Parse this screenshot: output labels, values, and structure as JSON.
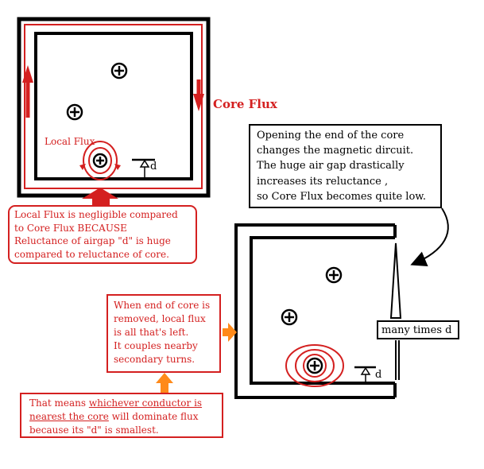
{
  "labels": {
    "core_flux": "Core Flux",
    "local_flux": "Local Flux",
    "gap_d_top": "d",
    "gap_d_bottom": "d",
    "many_times_d": "many times d"
  },
  "notes": {
    "opening": [
      "Opening the end of the core",
      "changes the magnetic dircuit.",
      "The huge air gap drastically",
      "increases its reluctance ,",
      "so Core Flux becomes quite low."
    ],
    "local_flux_negligible": [
      "Local Flux is negligible compared",
      "to Core Flux BECAUSE",
      "Reluctance of airgap \"d\" is huge",
      "compared to reluctance of core."
    ],
    "end_removed": [
      "When end of core is",
      "removed,  local flux",
      "is all that's left.",
      "It couples nearby",
      "secondary turns."
    ],
    "whichever": {
      "line1_pre": "That means ",
      "line1_u": "whichever conductor is",
      "line2_u": "nearest the core",
      "line2_post": " will dominate flux",
      "line3": "because its \"d\" is smallest."
    }
  },
  "colors": {
    "red": "#d42020",
    "orange": "#ff8a1a",
    "black": "#000000"
  }
}
